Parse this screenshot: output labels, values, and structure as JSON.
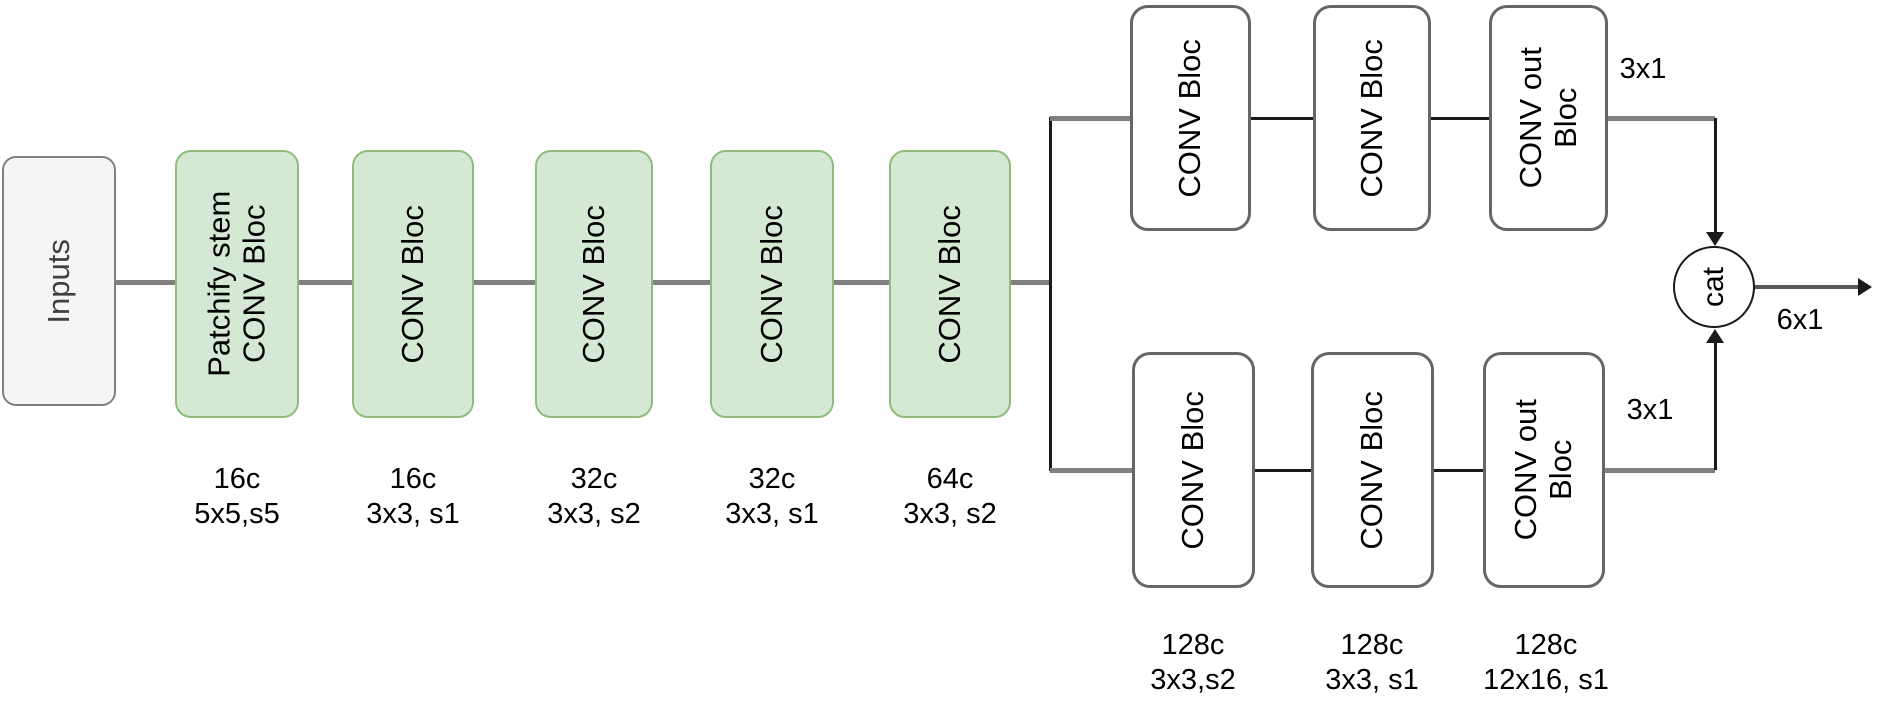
{
  "diagram": {
    "input_box": {
      "label": "Inputs"
    },
    "stage1": {
      "boxes": [
        {
          "label": "Patchify stem\nCONV Bloc",
          "sublabel": "16c\n5x5,s5"
        },
        {
          "label": "CONV Bloc",
          "sublabel": "16c\n3x3, s1"
        },
        {
          "label": "CONV Bloc",
          "sublabel": "32c\n3x3, s2"
        },
        {
          "label": "CONV Bloc",
          "sublabel": "32c\n3x3, s1"
        },
        {
          "label": "CONV Bloc",
          "sublabel": "64c\n3x3, s2"
        }
      ]
    },
    "top_branch": {
      "boxes": [
        {
          "label": "CONV Bloc"
        },
        {
          "label": "CONV Bloc"
        },
        {
          "label": "CONV out\nBloc"
        }
      ],
      "output_label": "3x1"
    },
    "bottom_branch": {
      "boxes": [
        {
          "label": "CONV Bloc",
          "sublabel": "128c\n3x3,s2"
        },
        {
          "label": "CONV Bloc",
          "sublabel": "128c\n3x3, s1"
        },
        {
          "label": "CONV out\nBloc",
          "sublabel": "128c\n12x16, s1"
        }
      ],
      "output_label": "3x1"
    },
    "merge": {
      "label": "cat",
      "output_label": "6x1"
    },
    "colors": {
      "green_fill": "#d5e8d4",
      "green_stroke": "#8fbc7d",
      "gray_fill": "#f5f5f5",
      "gray_stroke": "#808080",
      "white_fill": "#ffffff",
      "box_stroke": "#666666",
      "line_gray": "#808080",
      "line_black": "#1a1a1a"
    }
  }
}
